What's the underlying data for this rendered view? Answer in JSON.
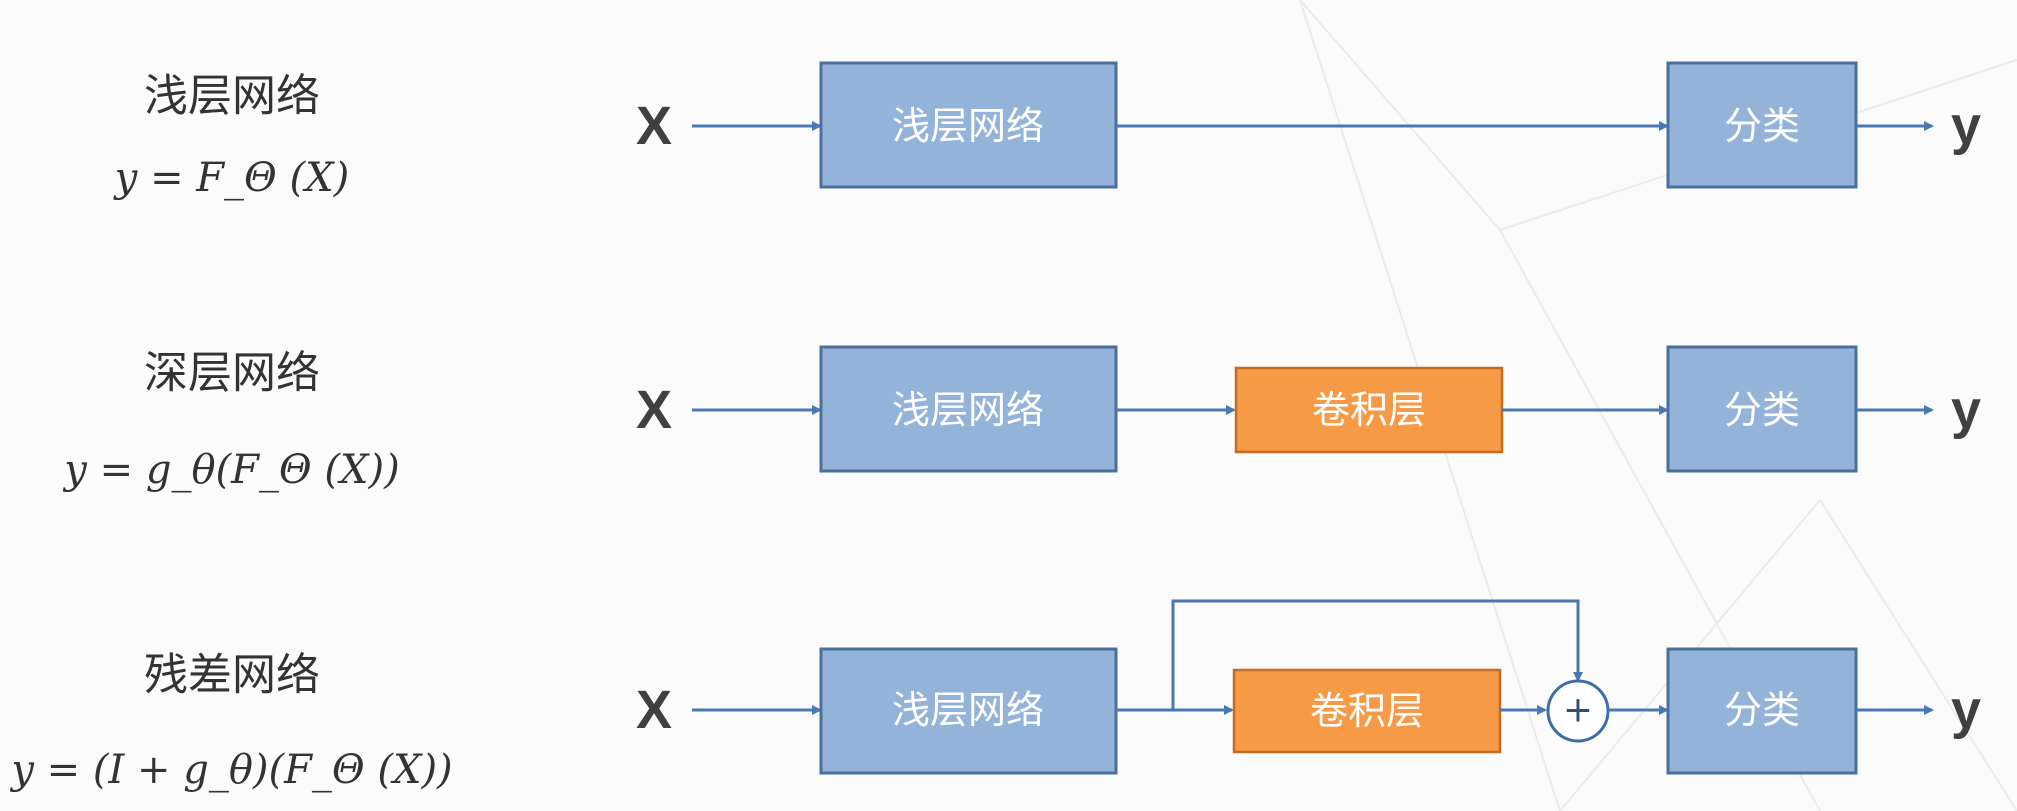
{
  "colors": {
    "box_blue": "#94b3d8",
    "box_blue_border": "#4a6f9d",
    "box_orange": "#f79a46",
    "box_orange_border": "#c46c22",
    "arrow": "#4a78b0",
    "text_dark": "#333333"
  },
  "rows": [
    {
      "title": "浅层网络",
      "formula": "y = F_Θ (X)",
      "input": "X",
      "shallow_box": "浅层网络",
      "classify_box": "分类",
      "output": "y"
    },
    {
      "title": "深层网络",
      "formula": "y = g_θ(F_Θ (X))",
      "input": "X",
      "shallow_box": "浅层网络",
      "conv_box": "卷积层",
      "classify_box": "分类",
      "output": "y"
    },
    {
      "title": "残差网络",
      "formula": "y = (I + g_θ)(F_Θ (X))",
      "input": "X",
      "shallow_box": "浅层网络",
      "conv_box": "卷积层",
      "plus": "+",
      "classify_box": "分类",
      "output": "y"
    }
  ]
}
